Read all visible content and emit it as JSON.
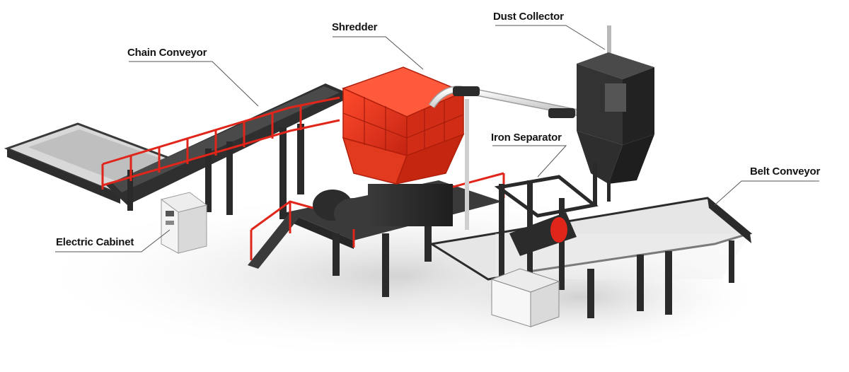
{
  "labels": {
    "chain_conveyor": "Chain Conveyor",
    "shredder": "Shredder",
    "dust_collector": "Dust Collector",
    "iron_separator": "Iron Separator",
    "belt_conveyor": "Belt Conveyor",
    "electric_cabinet": "Electric Cabinet"
  },
  "colors": {
    "shredder_body": "#e8341c",
    "railing": "#e0261a",
    "frame_steel": "#2b2b2b",
    "leader_line": "#555555"
  }
}
